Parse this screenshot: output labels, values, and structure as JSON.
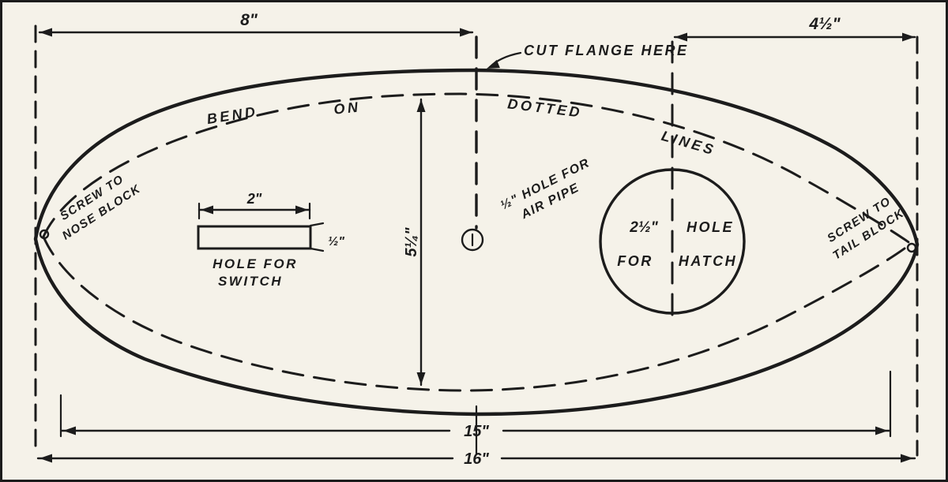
{
  "diagram": {
    "colors": {
      "ink": "#1c1c1c",
      "paper": "#f5f2e9"
    },
    "dims": {
      "top_left": "8\"",
      "top_right": "4½\"",
      "height_center": "5¼\"",
      "switch_width": "2\"",
      "switch_height": "½\"",
      "inner_length": "15\"",
      "overall_length": "16\""
    },
    "notes": {
      "cut_flange": "CUT FLANGE HERE",
      "bend": "BEND",
      "on": "ON",
      "dotted": "DOTTED",
      "lines": "LINES"
    },
    "nose": {
      "line1": "SCREW TO",
      "line2": "NOSE BLOCK"
    },
    "tail": {
      "line1": "SCREW TO",
      "line2": "TAIL BLOCK"
    },
    "switch_hole": {
      "line1": "HOLE FOR",
      "line2": "SWITCH"
    },
    "air_pipe": {
      "line1": "½\" HOLE FOR",
      "line2": "AIR PIPE"
    },
    "hatch": {
      "size": "2½\"",
      "word1": "HOLE",
      "word2": "FOR",
      "word3": "HATCH"
    }
  }
}
